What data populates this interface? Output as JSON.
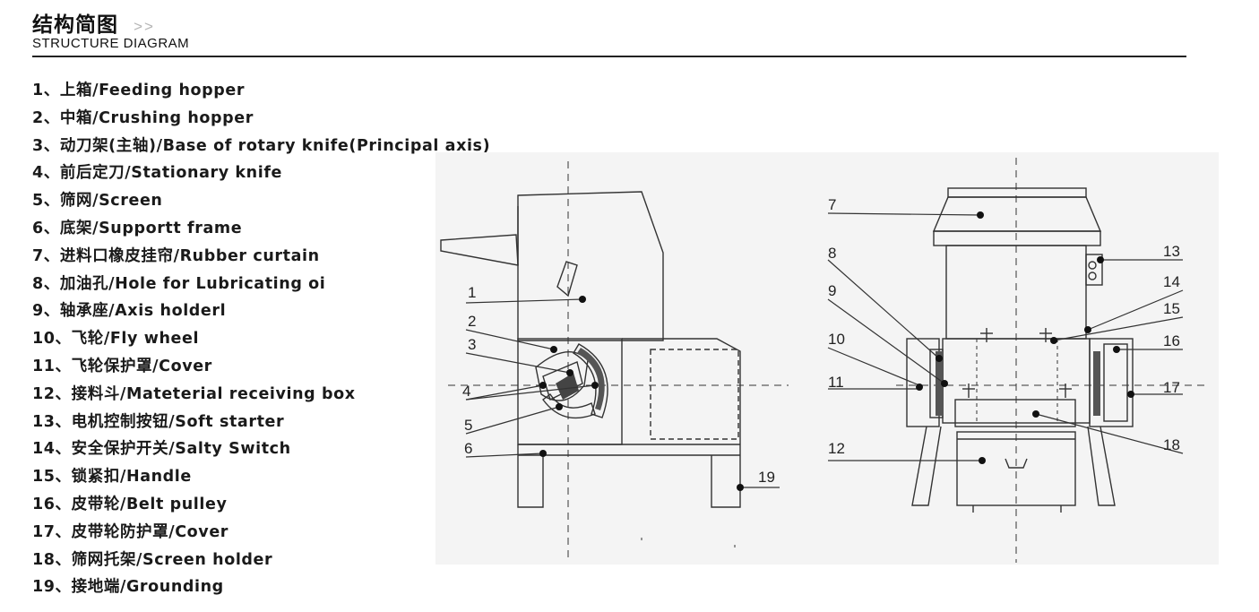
{
  "header": {
    "title_cn": "结构简图",
    "arrows": ">>",
    "title_en": "STRUCTURE DIAGRAM"
  },
  "legend": [
    "1、上箱/Feeding hopper",
    "2、中箱/Crushing hopper",
    "3、动刀架(主轴)/Base of rotary knife(Principal axis)",
    "4、前后定刀/Stationary knife",
    "5、筛网/Screen",
    "6、底架/Supportt frame",
    "7、进料口橡皮挂帘/Rubber curtain",
    "8、加油孔/Hole for Lubricating oi",
    "9、轴承座/Axis holderl",
    "10、飞轮/Fly wheel",
    "11、飞轮保护罩/Cover",
    "12、接料斗/Mateterial receiving box",
    "13、电机控制按钮/Soft starter",
    "14、安全保护开关/Salty Switch",
    "15、锁紧扣/Handle",
    "16、皮带轮/Belt pulley",
    "17、皮带轮防护罩/Cover",
    "18、筛网托架/Screen holder",
    "19、接地端/Grounding"
  ],
  "diagram_labels": {
    "n1": "1",
    "n2": "2",
    "n3": "3",
    "n4": "4",
    "n5": "5",
    "n6": "6",
    "n7": "7",
    "n8": "8",
    "n9": "9",
    "n10": "10",
    "n11": "11",
    "n12": "12",
    "n13": "13",
    "n14": "14",
    "n15": "15",
    "n16": "16",
    "n17": "17",
    "n18": "18",
    "n19": "19"
  },
  "colors": {
    "line": "#333333",
    "rule": "#222222",
    "arrows": "#b5b5b5",
    "diagram_bg": "#f4f4f4"
  }
}
